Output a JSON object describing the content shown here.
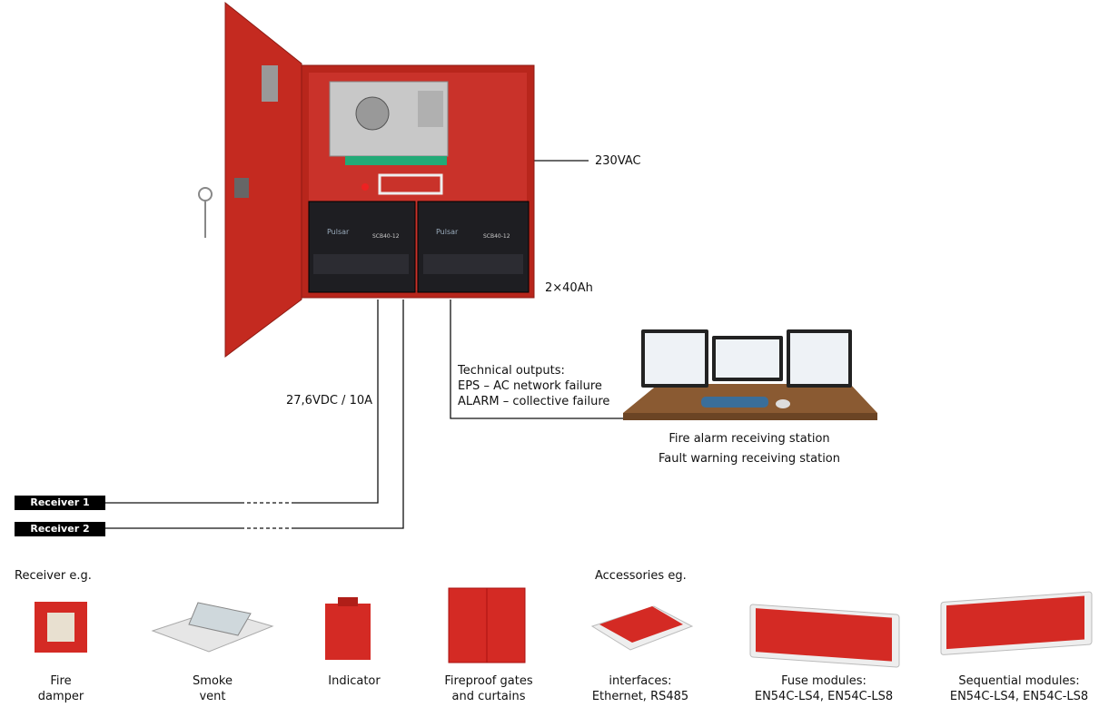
{
  "labels": {
    "ac_input": "230VAC",
    "batteries": "2×40Ah",
    "output": "27,6VDC / 10A",
    "tech_title": "Technical outputs:",
    "tech_eps": "EPS – AC network failure",
    "tech_alarm": "ALARM – collective failure",
    "station_1": "Fire alarm receiving station",
    "station_2": "Fault warning receiving station",
    "receiver_1": "Receiver 1",
    "receiver_2": "Receiver 2",
    "receivers_heading": "Receiver e.g.",
    "accessories_heading": "Accessories eg."
  },
  "battery_brand": "Pulsar",
  "battery_model": "SCB40-12",
  "receivers": [
    {
      "line1": "Fire",
      "line2": "damper"
    },
    {
      "line1": "Smoke",
      "line2": "vent"
    },
    {
      "line1": "Indicator",
      "line2": ""
    },
    {
      "line1": "Fireproof gates",
      "line2": "and curtains"
    }
  ],
  "accessories": [
    {
      "line1": "interfaces:",
      "line2": "Ethernet, RS485"
    },
    {
      "line1": "Fuse modules:",
      "line2": "EN54C-LS4, EN54C-LS8"
    },
    {
      "line1": "Sequential modules:",
      "line2": "EN54C-LS4, EN54C-LS8"
    }
  ],
  "colors": {
    "cabinet": "#c0281e",
    "board": "#d42a24",
    "desk": "#8a5a32",
    "label_bg": "#000000"
  }
}
